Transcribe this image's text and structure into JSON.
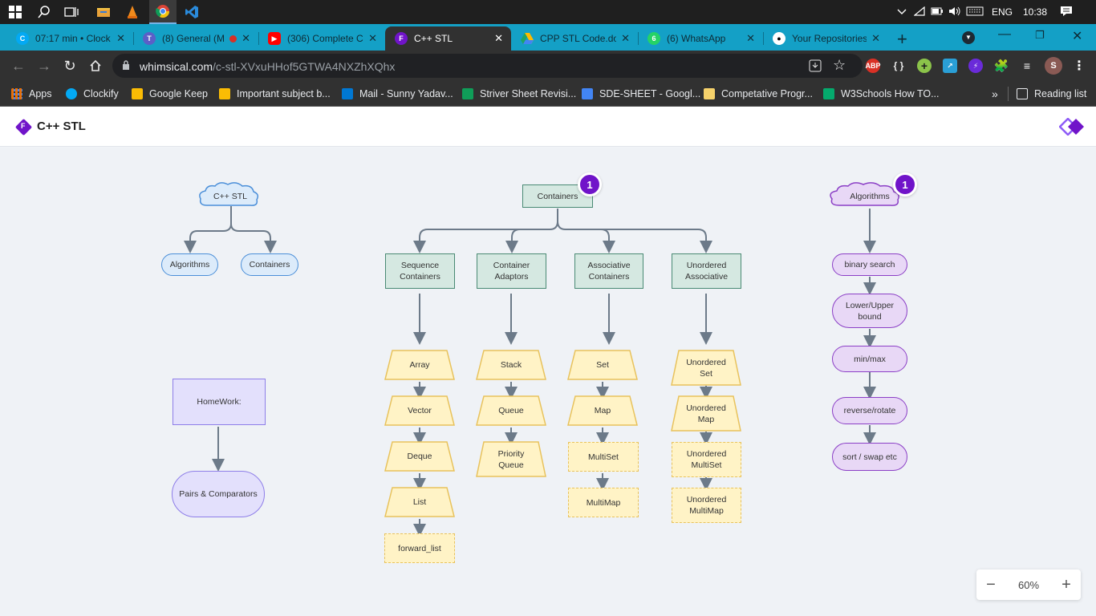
{
  "taskbar": {
    "language": "ENG",
    "time": "10:38"
  },
  "tabs": [
    {
      "title": "07:17 min • Clock",
      "favicon": "clockify-icon",
      "color": "#03a9f4"
    },
    {
      "title": "(8) General (M",
      "favicon": "teams-icon",
      "color": "#5b5fc7"
    },
    {
      "title": "(306) Complete C",
      "favicon": "youtube-icon",
      "color": "#ff0000"
    },
    {
      "title": "C++ STL",
      "favicon": "whimsical-icon",
      "color": "#7014c9"
    },
    {
      "title": "CPP STL Code.do",
      "favicon": "drive-icon",
      "color": "#1fa463"
    },
    {
      "title": "(6) WhatsApp",
      "favicon": "whatsapp-icon",
      "color": "#25d366"
    },
    {
      "title": "Your Repositories",
      "favicon": "github-icon",
      "color": "#ffffff"
    }
  ],
  "address": {
    "host": "whimsical.com",
    "path": "/c-stl-XVxuHHof5GTWA4NXZhXQhx"
  },
  "bookmarks": [
    {
      "label": "Apps",
      "color": "#e8710a"
    },
    {
      "label": "Clockify",
      "color": "#03a9f4"
    },
    {
      "label": "Google Keep",
      "color": "#fbbc04"
    },
    {
      "label": "Important subject b...",
      "color": "#fbbc04"
    },
    {
      "label": "Mail - Sunny Yadav...",
      "color": "#0078d4"
    },
    {
      "label": "Striver Sheet Revisi...",
      "color": "#0f9d58"
    },
    {
      "label": "SDE-SHEET - Googl...",
      "color": "#4285f4"
    },
    {
      "label": "Competative Progr...",
      "color": "#f6d26b"
    },
    {
      "label": "W3Schools How TO...",
      "color": "#04aa6d"
    }
  ],
  "bookmarks_more": "»",
  "reading_list": "Reading list",
  "doc": {
    "title": "C++ STL",
    "accent": "#7014c9"
  },
  "diagram": {
    "root_cloud": "C++ STL",
    "root_children": [
      "Algorithms",
      "Containers"
    ],
    "homework": "HomeWork:",
    "homework_child": "Pairs & Comparators",
    "containers": "Containers",
    "containers_badge": "1",
    "categories": [
      "Sequence Containers",
      "Container Adaptors",
      "Associative Containers",
      "Unordered Associative"
    ],
    "sequence": [
      "Array",
      "Vector",
      "Deque",
      "List",
      "forward_list"
    ],
    "adaptors": [
      "Stack",
      "Queue",
      "Priority Queue"
    ],
    "associative": [
      "Set",
      "Map",
      "MultiSet",
      "MultiMap"
    ],
    "unordered": [
      "Unordered Set",
      "Unordered Map",
      "Unordered MultiSet",
      "Unordered MultiMap"
    ],
    "algorithms": "Algorithms",
    "algorithms_badge": "1",
    "algo_list": [
      "binary search",
      "Lower/Upper bound",
      "min/max",
      "reverse/rotate",
      "sort / swap etc"
    ]
  },
  "zoom": {
    "level": "60%",
    "minus": "−",
    "plus": "+"
  }
}
